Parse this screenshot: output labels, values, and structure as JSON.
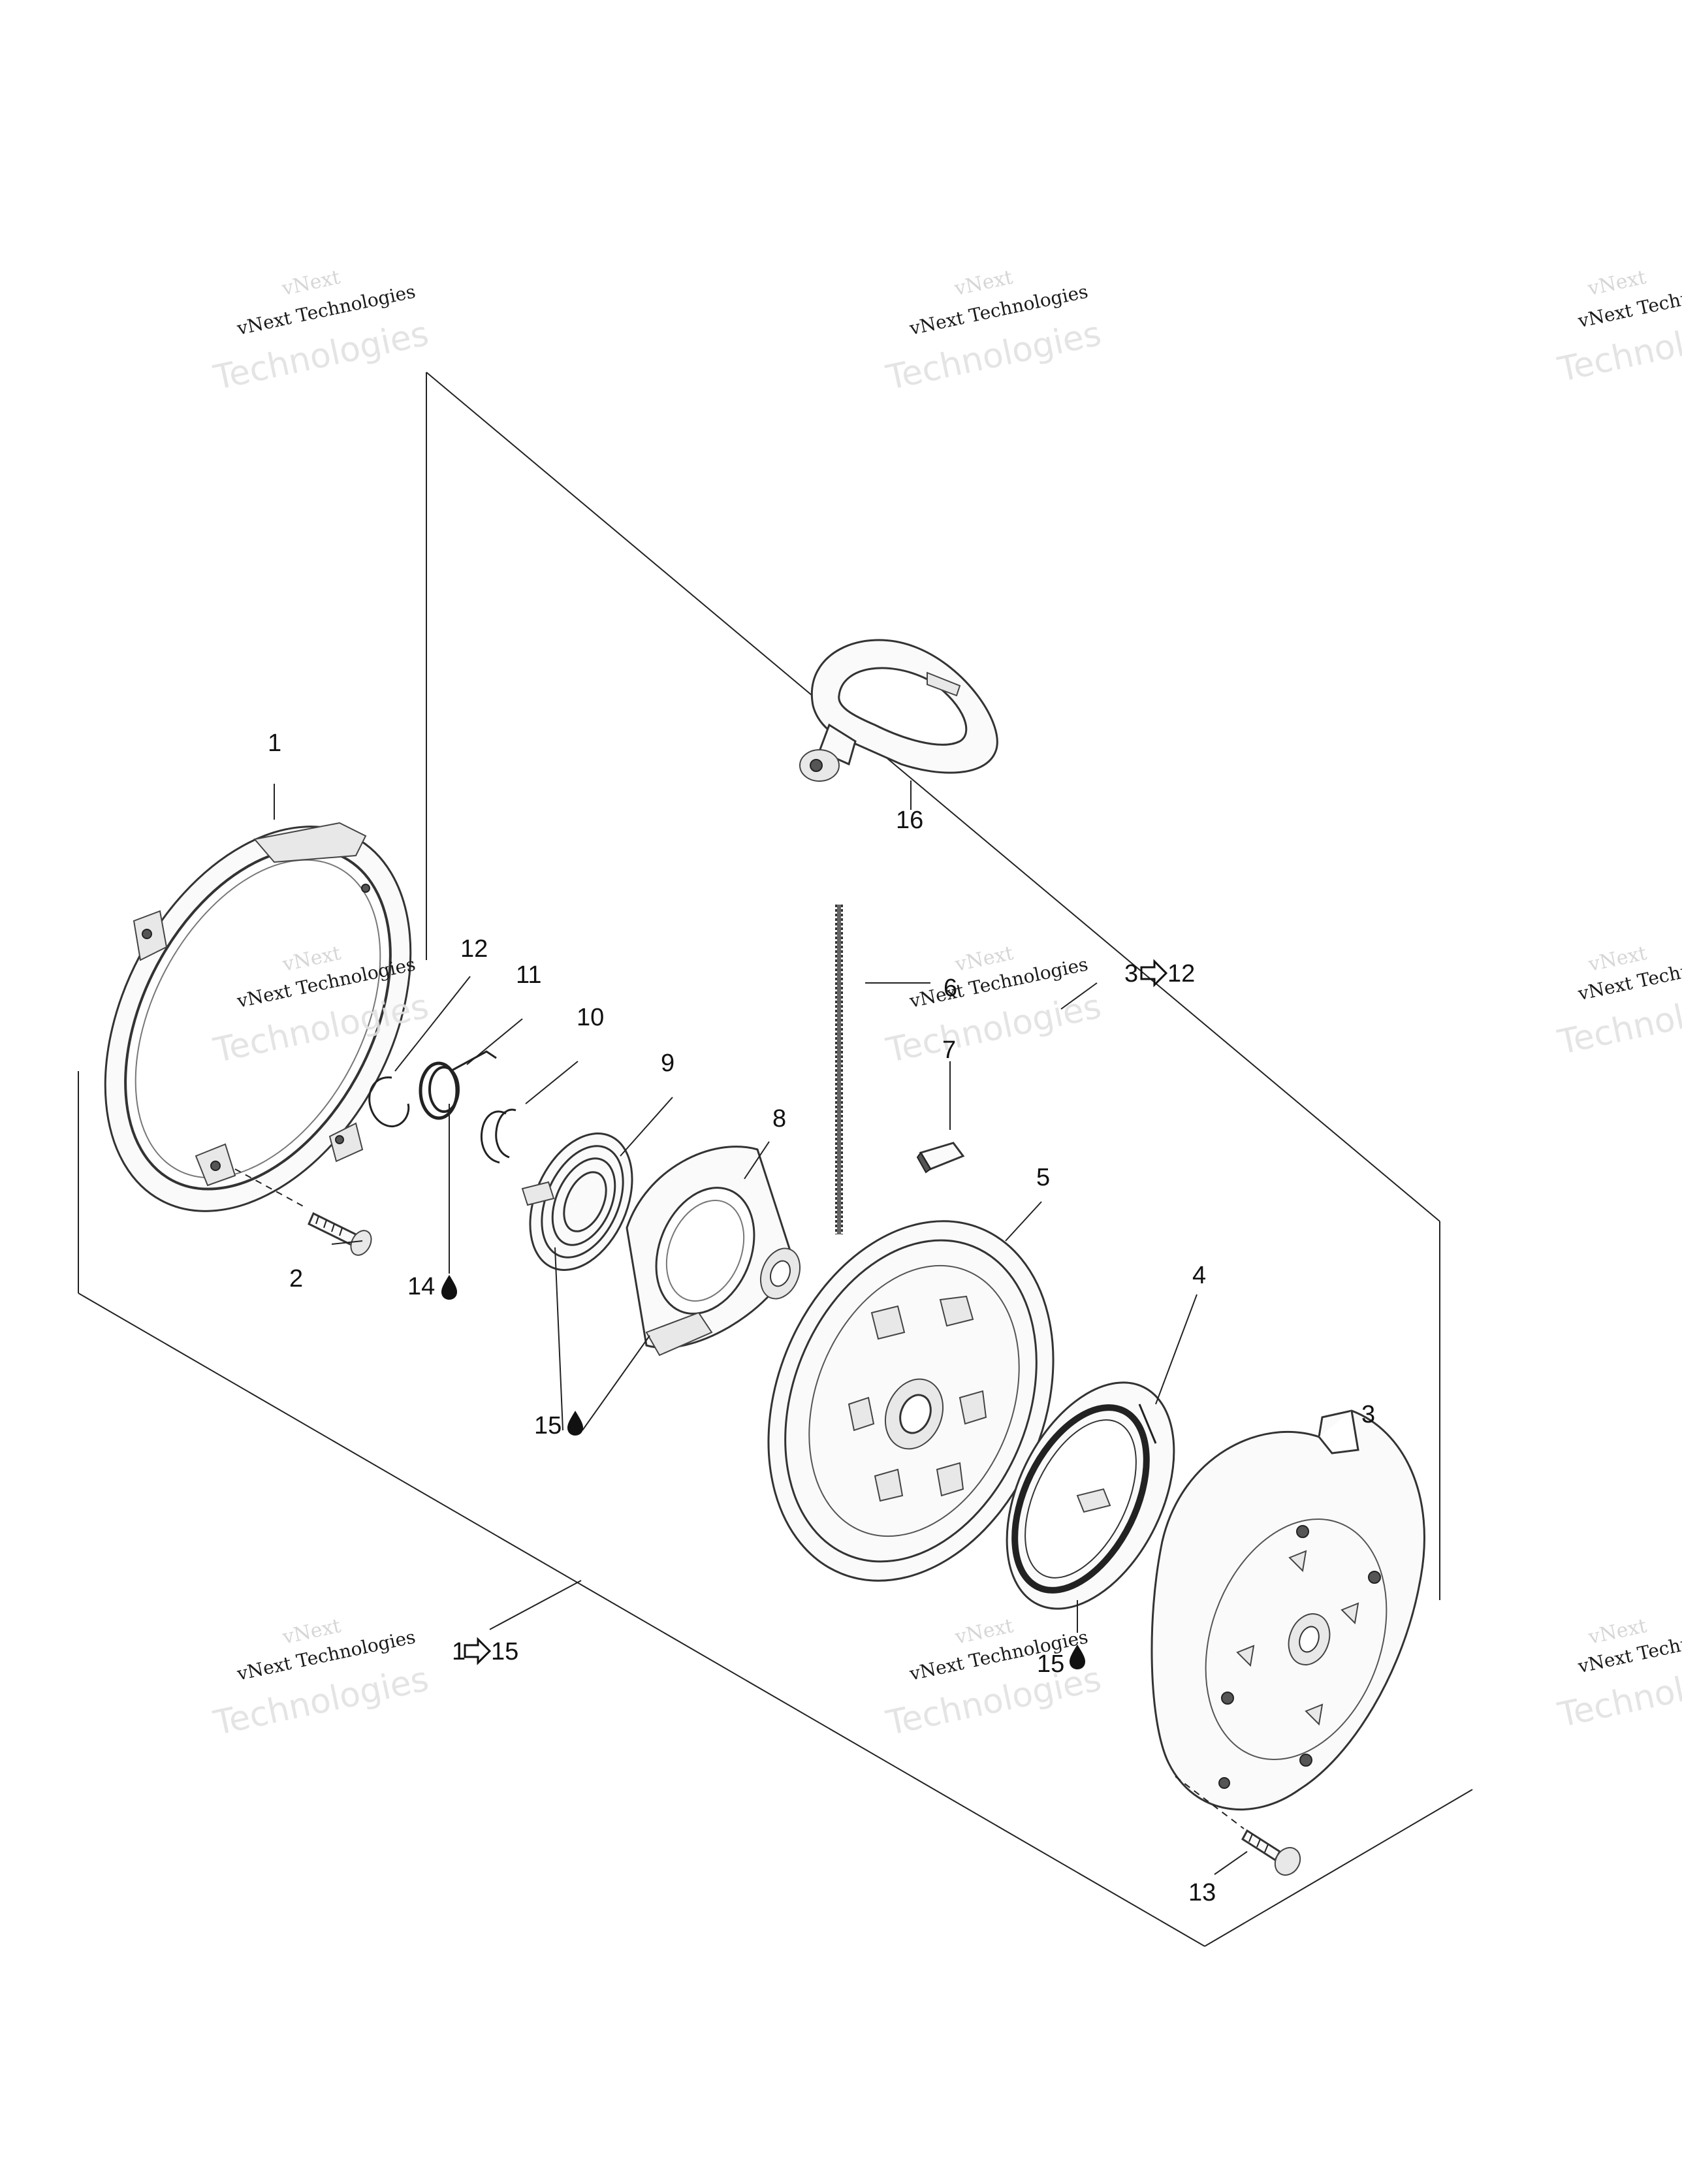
{
  "callouts": {
    "c1": "1",
    "c2": "2",
    "c3": "3",
    "c4": "4",
    "c5": "5",
    "c6": "6",
    "c7": "7",
    "c8": "8",
    "c9": "9",
    "c10": "10",
    "c11": "11",
    "c12": "12",
    "c13": "13",
    "c14": "14",
    "c15a": "15",
    "c15b": "15",
    "c16": "16",
    "kit_3_12": "3",
    "kit_3_12_end": "12",
    "kit_1_15": "1",
    "kit_1_15_end": "15"
  },
  "watermark": {
    "line1": "vNext",
    "line2": "vNext Technologies",
    "line3": "Technologies"
  },
  "icons": {
    "grease": "grease-drop-icon",
    "kit_arrow": "kit-range-arrow-icon"
  }
}
